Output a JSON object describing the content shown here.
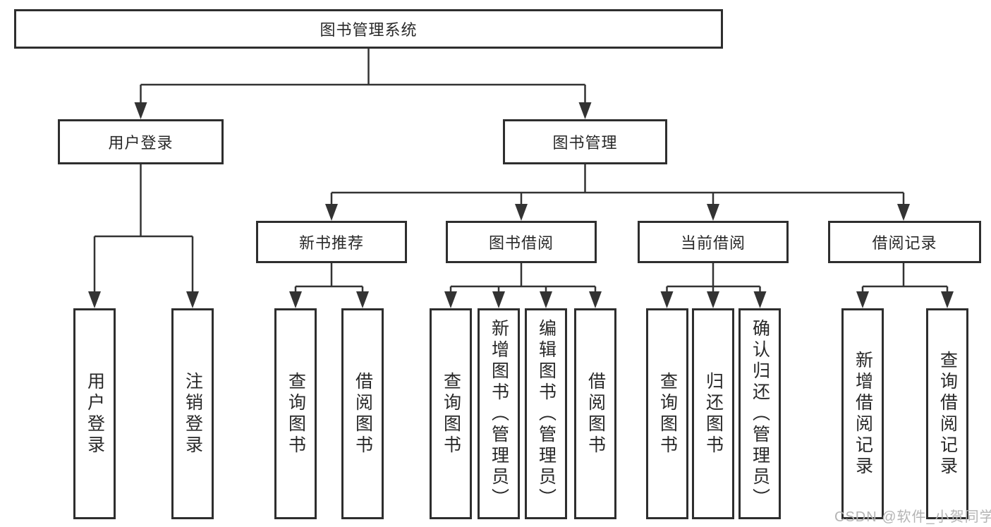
{
  "diagram": {
    "root": {
      "label": "图书管理系统"
    },
    "branches": [
      {
        "label": "用户登录",
        "children": [
          {
            "label": "用户登录"
          },
          {
            "label": "注销登录"
          }
        ]
      },
      {
        "label": "图书管理",
        "children": [
          {
            "label": "新书推荐",
            "children": [
              {
                "label": "查询图书"
              },
              {
                "label": "借阅图书"
              }
            ]
          },
          {
            "label": "图书借阅",
            "children": [
              {
                "label": "查询图书"
              },
              {
                "label": "新增图书（管理员）"
              },
              {
                "label": "编辑图书（管理员）"
              },
              {
                "label": "借阅图书"
              }
            ]
          },
          {
            "label": "当前借阅",
            "children": [
              {
                "label": "查询图书"
              },
              {
                "label": "归还图书"
              },
              {
                "label": "确认归还（管理员）"
              }
            ]
          },
          {
            "label": "借阅记录",
            "children": [
              {
                "label": "新增借阅记录"
              },
              {
                "label": "查询借阅记录"
              }
            ]
          }
        ]
      }
    ]
  },
  "watermark": {
    "text": "CSDN @软件_小贺同学"
  },
  "colors": {
    "line": "#333333",
    "box_border": "#2e2e2e",
    "box_fill": "#ffffff",
    "text": "#282828",
    "watermark": "#b4b4b4",
    "background": "#ffffff"
  }
}
